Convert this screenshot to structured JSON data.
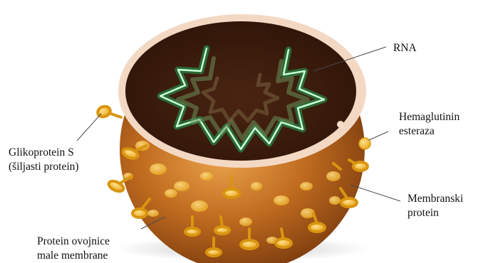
{
  "labels": {
    "rna": "RNA",
    "hemagglutinin_line1": "Hemaglutinin",
    "hemagglutinin_line2": "esteraza",
    "spike_line1": "Glikoprotein S",
    "spike_line2": "(šiljasti protein)",
    "membrane_protein_line1": "Membranski",
    "membrane_protein_line2": "protein",
    "envelope_line1": "Protein ovojnice",
    "envelope_line2": "male membrane"
  },
  "colors": {
    "virus_body": "#b8631b",
    "virus_shadow": "#7a3a0c",
    "interior": "#3a1a0c",
    "rim": "#f3d9c4",
    "spike": "#f2b619",
    "rna_glow": "#3ef08a"
  }
}
